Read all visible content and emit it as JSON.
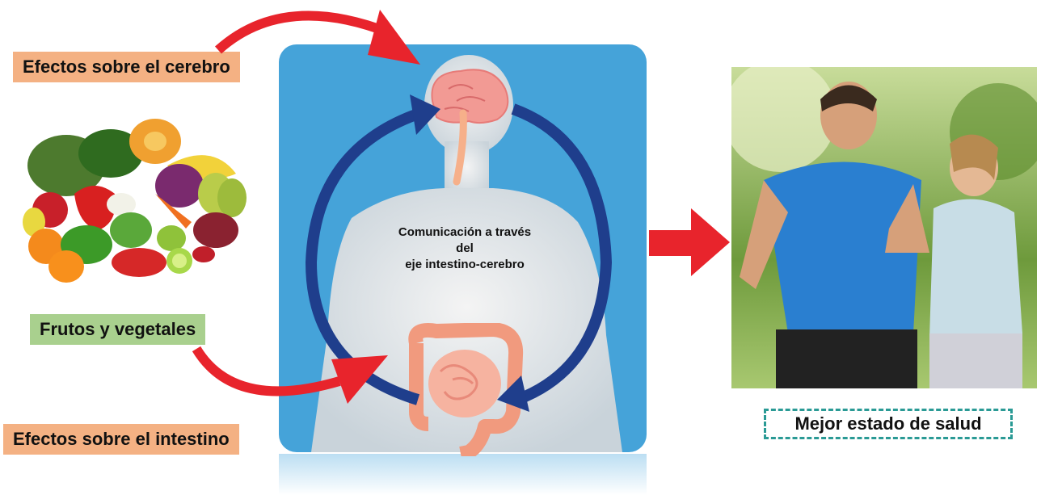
{
  "labels": {
    "brain_effects": "Efectos sobre el cerebro",
    "fruits_vegetables": "Frutos y vegetales",
    "gut_effects": "Efectos sobre el intestino",
    "communication_line1": "Comunicación a través",
    "communication_line2": "del",
    "communication_line3": "eje intestino-cerebro",
    "better_health": "Mejor estado de salud"
  },
  "colors": {
    "panel_blue": "#45a3d9",
    "cycle_arrow": "#1f3e8c",
    "red_arrow": "#e8242c",
    "orange_label": "#f4b183",
    "green_label": "#a9d08e",
    "dashed_teal": "#2a9a95"
  },
  "icons": {
    "fruits": "fruit-vegetable-basket",
    "body": "human-silhouette",
    "brain": "brain-icon",
    "intestine": "intestine-icon",
    "photo": "runners-photo"
  }
}
